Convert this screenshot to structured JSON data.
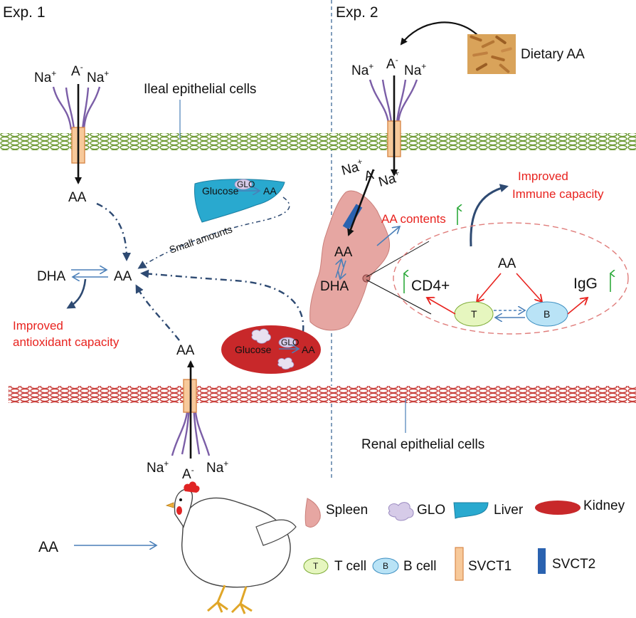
{
  "experiments": {
    "exp1": "Exp. 1",
    "exp2": "Exp. 2"
  },
  "transporter_labels": {
    "na_plus": "Na",
    "plus": "+",
    "a_minus": "A",
    "minus": "-"
  },
  "membranes": {
    "ileal": "Ileal epithelial cells",
    "renal": "Renal epithelial cells"
  },
  "exp1": {
    "aa_top": "AA",
    "aa_center": "AA",
    "dha": "DHA",
    "aa_bottom": "AA",
    "small_amounts": "Small amounts",
    "improved_line1": "Improved",
    "improved_line2": "antioxidant capacity"
  },
  "liver": {
    "glucose": "Glucose",
    "glo": "GLO",
    "aa": "AA"
  },
  "kidney": {
    "glucose": "Glucose",
    "glo": "GLO",
    "aa": "AA"
  },
  "exp2": {
    "dietary_aa": "Dietary AA",
    "aa_spleen": "AA",
    "dha_spleen": "DHA",
    "aa_contents": "AA contents",
    "immune_line1": "Improved",
    "immune_line2": "Immune capacity",
    "aa_inset": "AA",
    "cd4": "CD4+",
    "igg": "IgG",
    "t": "T",
    "b": "B"
  },
  "chicken_input": "AA",
  "legend": {
    "spleen": "Spleen",
    "glo": "GLO",
    "liver": "Liver",
    "kidney": "Kidney",
    "t_cell": "T cell",
    "b_cell": "B cell",
    "svct1": "SVCT1",
    "svct2": "SVCT2",
    "t_symbol": "T",
    "b_symbol": "B"
  },
  "colors": {
    "arrow_dark": "#2e4a72",
    "arrow_light": "#4a7fb8",
    "red_text": "#e8231f",
    "green_up": "#2eaa3c",
    "ileal_membrane": "#8ab84a",
    "renal_membrane": "#d9534f",
    "svct1": "#f7c99a",
    "svct2": "#2a62b0",
    "liver": "#29a9cf",
    "kidney": "#c8282a",
    "spleen": "#e6a6a2",
    "t_cell": "#e6f6bf",
    "b_cell": "#b9e3f6",
    "glo": "#d6cbe8"
  }
}
